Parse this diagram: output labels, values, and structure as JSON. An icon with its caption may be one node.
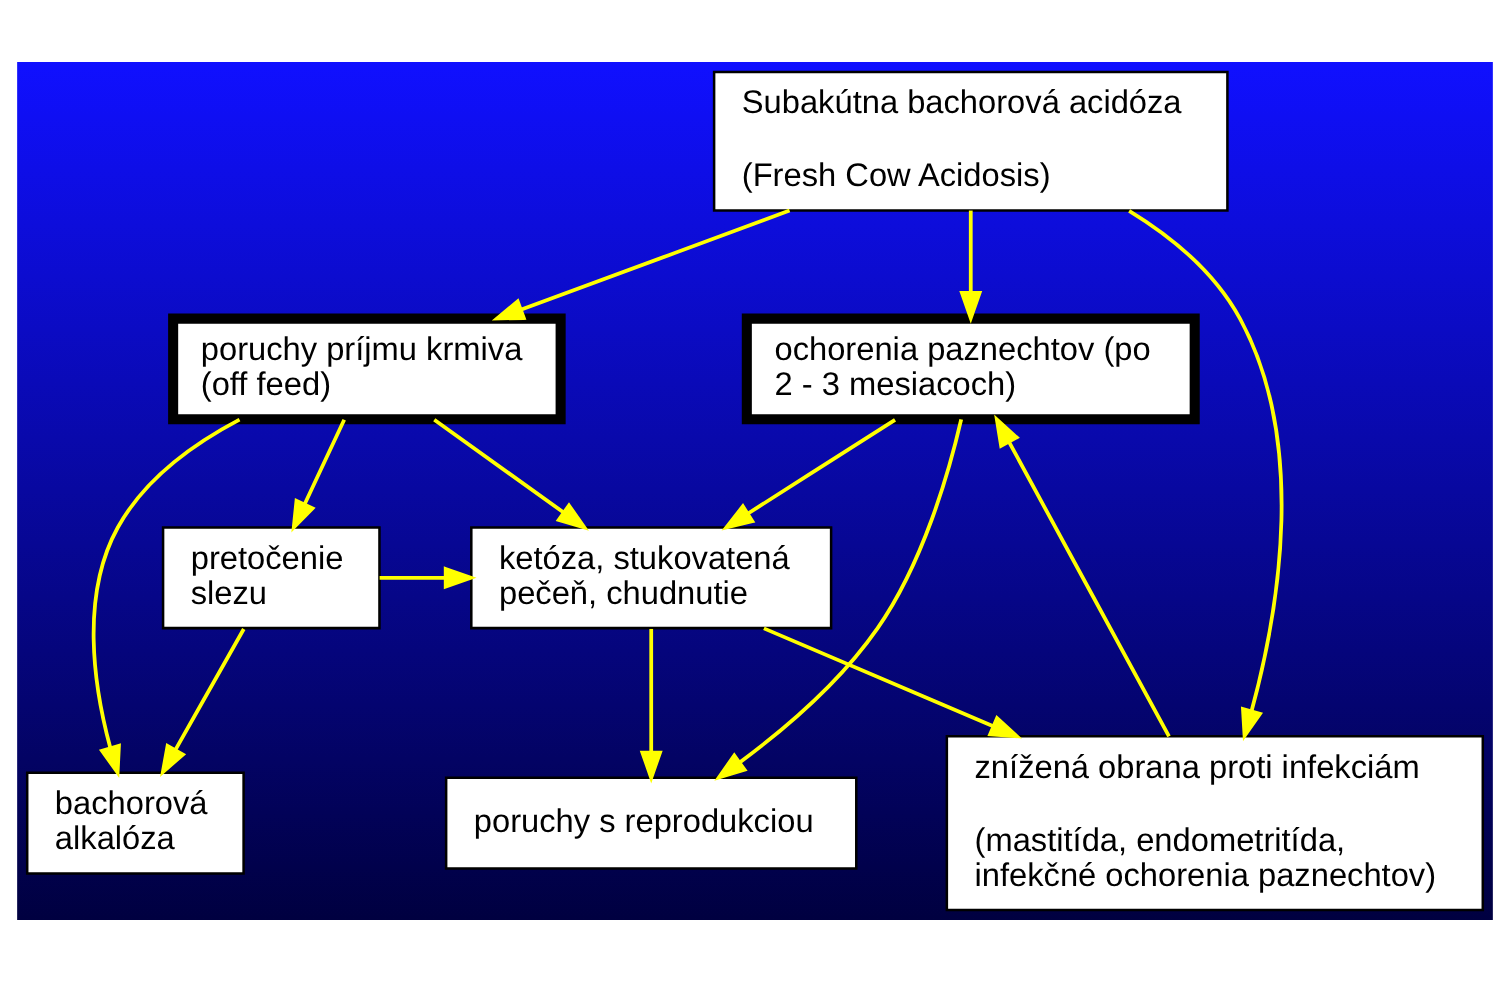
{
  "diagram": {
    "nodes": [
      {
        "text": [
          "Subakútna bachorová acidóza",
          "(Fresh Cow Acidosis)"
        ]
      },
      {
        "text": [
          "poruchy príjmu krmiva (off feed)"
        ]
      },
      {
        "text": [
          "ochorenia paznechtov (po 2 - 3 mesiacoch)"
        ]
      },
      {
        "text": [
          "pretočenie slezu"
        ]
      },
      {
        "text": [
          "ketóza, stukovatená pečeň, chudnutie"
        ]
      },
      {
        "text": [
          "bachorová alkalóza"
        ]
      },
      {
        "text": [
          "znížená obrana proti infekciám",
          "(mastitída, endometritída, infekčné ochorenia paznechtov)"
        ]
      },
      {
        "text": [
          "poruchy s reprodukciou"
        ]
      }
    ],
    "edges": [
      {
        "from": 0,
        "to": 1,
        "arrow": "to"
      },
      {
        "from": 0,
        "to": 6,
        "arrow": "to"
      },
      {
        "from": 0,
        "to": 2,
        "arrow": "to"
      },
      {
        "from": 1,
        "to": 5,
        "arrow": "to"
      },
      {
        "from": 1,
        "to": 3,
        "arrow": "to"
      },
      {
        "from": 1,
        "to": 4,
        "arrow": "to"
      },
      {
        "from": 3,
        "to": 4,
        "arrow": "to"
      },
      {
        "from": 3,
        "to": 5,
        "arrow": "to"
      },
      {
        "from": 2,
        "to": 4,
        "arrow": "to"
      },
      {
        "from": 4,
        "to": 6,
        "arrow": "to"
      },
      {
        "from": 4,
        "to": 7,
        "arrow": "to"
      },
      {
        "from": 6,
        "to": 2,
        "arrow": "to"
      },
      {
        "from": 2,
        "to": 7,
        "arrow": "to"
      }
    ]
  }
}
